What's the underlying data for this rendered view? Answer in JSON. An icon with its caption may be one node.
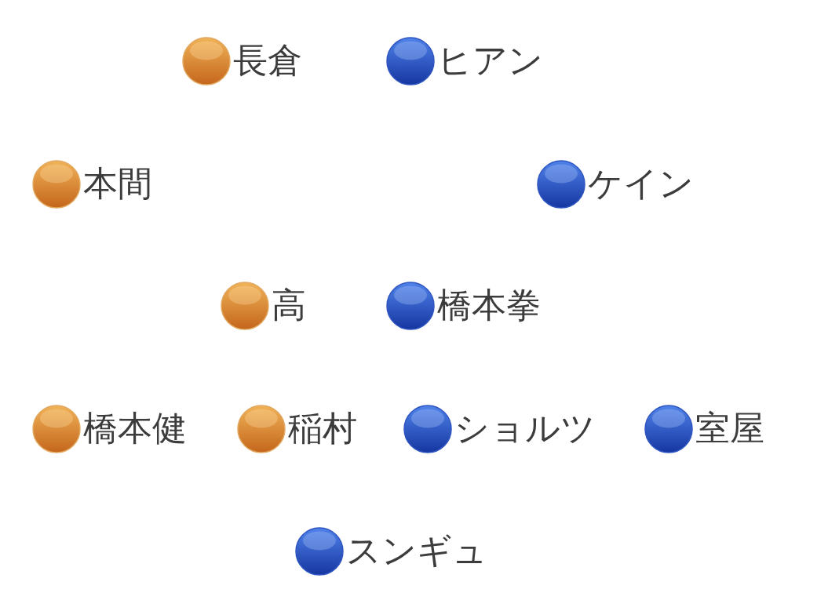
{
  "diagram": {
    "nodes": [
      {
        "text": [],
        "shape": "circle",
        "beside": [
          "長倉"
        ]
      },
      {
        "text": [],
        "shape": "circle",
        "beside": [
          "ヒアン"
        ]
      },
      {
        "text": [],
        "shape": "circle",
        "beside": [
          "本間"
        ]
      },
      {
        "text": [],
        "shape": "circle",
        "beside": [
          "ケイン"
        ]
      },
      {
        "text": [],
        "shape": "circle",
        "beside": [
          "高"
        ]
      },
      {
        "text": [],
        "shape": "circle",
        "beside": [
          "橋本拳"
        ]
      },
      {
        "text": [],
        "shape": "circle",
        "beside": [
          "橋本健"
        ]
      },
      {
        "text": [],
        "shape": "circle",
        "beside": [
          "稲村"
        ]
      },
      {
        "text": [],
        "shape": "circle",
        "beside": [
          "ショルツ"
        ]
      },
      {
        "text": [],
        "shape": "circle",
        "beside": [
          "室屋"
        ]
      },
      {
        "text": [],
        "shape": "circle",
        "beside": [
          "スンギュ"
        ]
      }
    ]
  }
}
